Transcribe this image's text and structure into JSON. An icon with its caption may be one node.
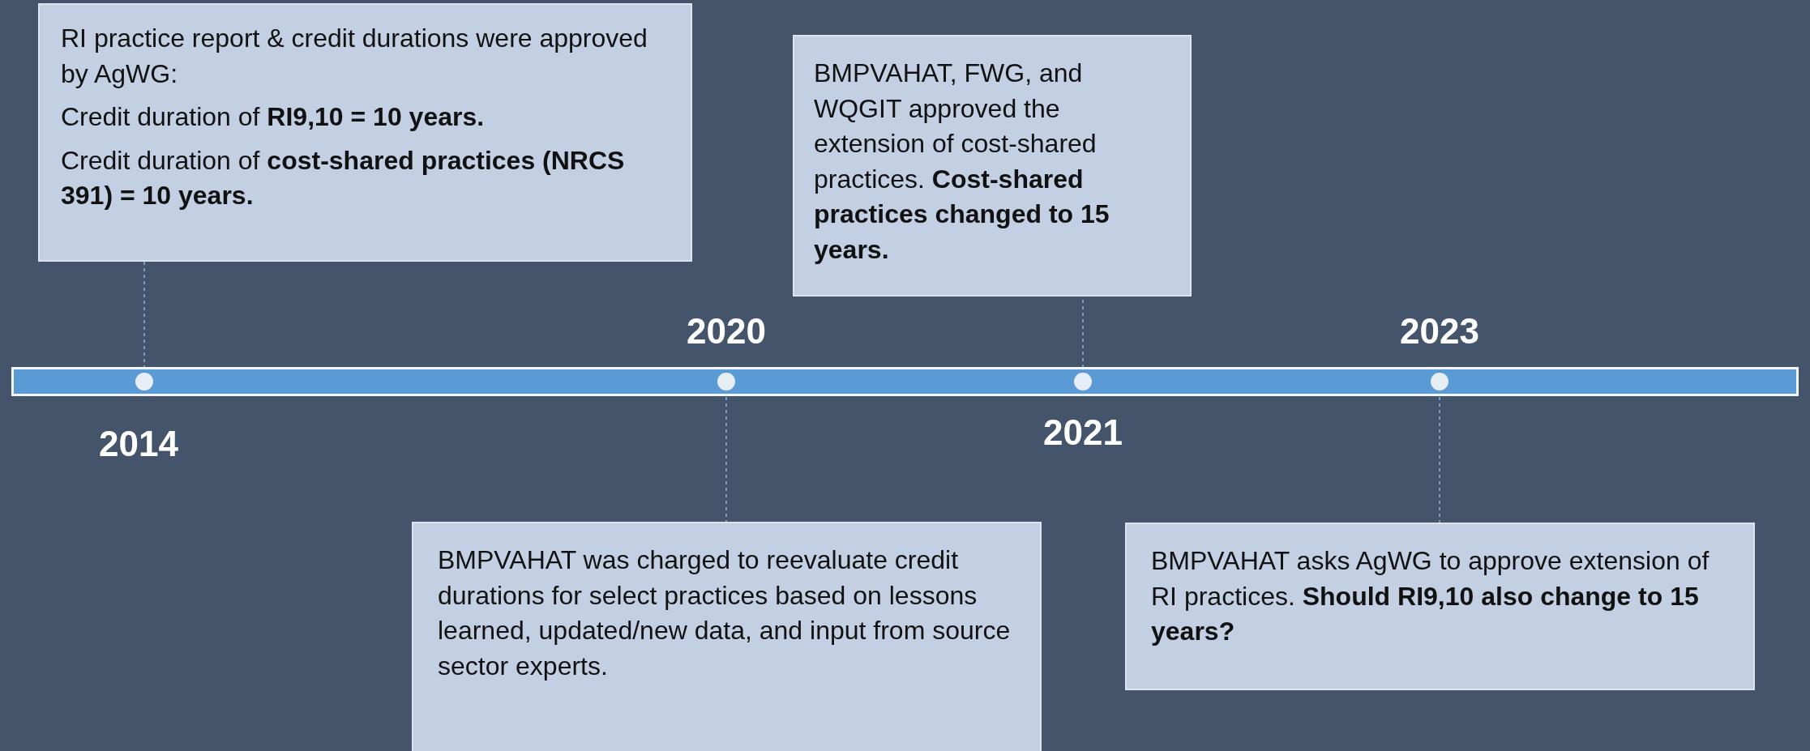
{
  "diagram": {
    "nodes": [
      {
        "text": [
          "RI practice report & credit durations were approved by AgWG:",
          "Credit duration of **RI9,10 = 10 years.**",
          "Credit duration of **cost-shared practices (NRCS 391) = 10 years.**"
        ]
      },
      {
        "text": [
          "BMPVAHAT, FWG, and WQGIT approved the extension of cost-shared practices. **Cost-shared practices changed to 15 years.**"
        ]
      },
      {
        "text": [],
        "shape": "bar"
      },
      {
        "text": [],
        "shape": "circle",
        "in": 2
      },
      {
        "text": [],
        "shape": "circle",
        "in": 2
      },
      {
        "text": [],
        "shape": "circle",
        "in": 2
      },
      {
        "text": [],
        "shape": "circle",
        "in": 2
      },
      {
        "text": [
          "BMPVAHAT was charged to reevaluate credit durations for select practices based on lessons learned, updated/new data, and input from source sector experts."
        ]
      },
      {
        "text": [
          "BMPVAHAT asks AgWG to approve extension of RI practices. **Should RI9,10 also change to 15 years?**"
        ]
      }
    ],
    "edges": [
      {
        "from": 0,
        "to": 3,
        "arrow": "none",
        "style": "dashed"
      },
      {
        "from": 1,
        "to": 5,
        "arrow": "none",
        "style": "dashed"
      },
      {
        "from": 4,
        "to": 7,
        "arrow": "none",
        "style": "dashed"
      },
      {
        "from": 6,
        "to": 8,
        "arrow": "none",
        "style": "dashed"
      }
    ],
    "labels": [
      "2020",
      "2023",
      "2014",
      "2021"
    ]
  }
}
